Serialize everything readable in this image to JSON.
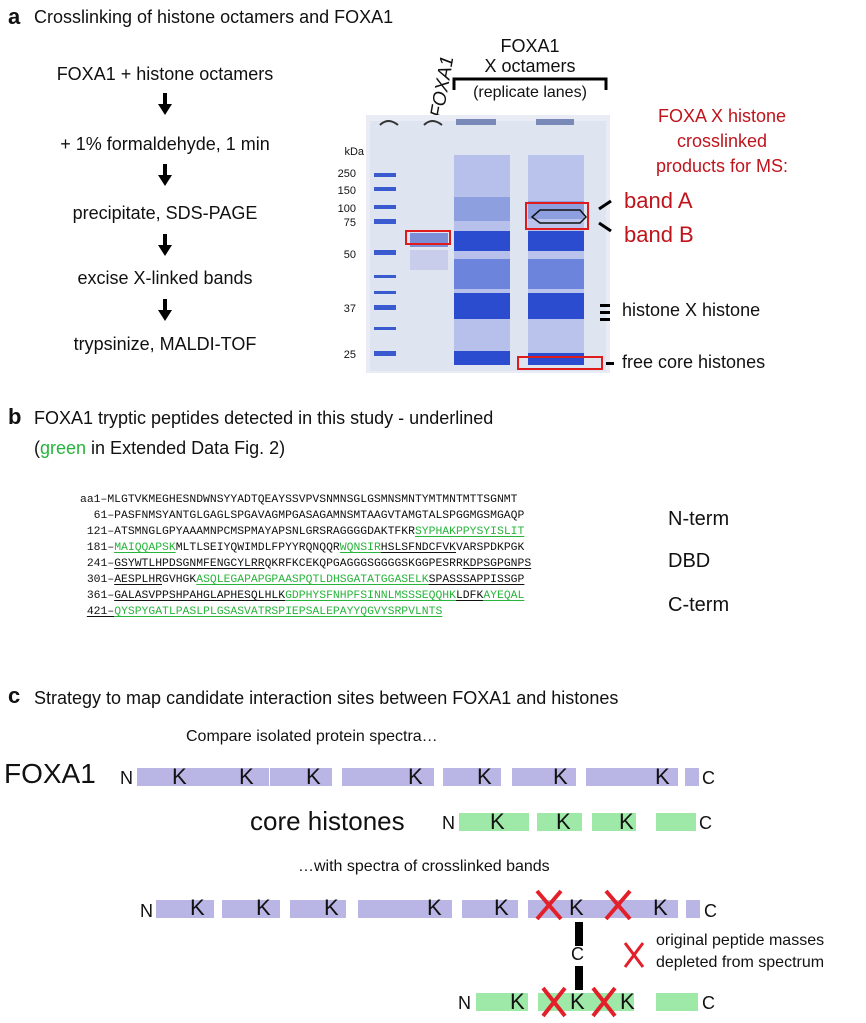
{
  "panel_a": {
    "letter": "a",
    "title": "Crosslinking of histone octamers and FOXA1",
    "steps": [
      "FOXA1 + histone octamers",
      "+ 1% formaldehyde, 1 min",
      "precipitate, SDS-PAGE",
      "excise X-linked bands",
      "trypsinize, MALDI-TOF"
    ],
    "lane_foxa1": "FOXA1",
    "lanes_header": [
      "FOXA1",
      "X octamers",
      "(replicate lanes)"
    ],
    "kda_label": "kDa",
    "markers": [
      "250",
      "150",
      "100",
      "75",
      "50",
      "37",
      "25"
    ],
    "ms_label": [
      "FOXA X histone",
      "crosslinked",
      "products for MS:"
    ],
    "band_a": "band A",
    "band_b": "band B",
    "histone_x_histone": "histone X histone",
    "free_core": "free core histones"
  },
  "panel_b": {
    "letter": "b",
    "title": "FOXA1 tryptic peptides detected in this study - underlined",
    "subtitle_open": "(",
    "subtitle_green": "green",
    "subtitle_rest": " in Extended Data Fig. 2)",
    "regions": [
      "N-term",
      "DBD",
      "C-term"
    ]
  },
  "panel_c": {
    "letter": "c",
    "title": "Strategy to map candidate interaction sites between FOXA1 and histones",
    "compare": "Compare isolated protein spectra…",
    "foxa1": "FOXA1",
    "core_histones": "core histones",
    "with_spectra": "…with spectra of crosslinked bands",
    "N": "N",
    "C": "C",
    "K": "K",
    "crosslink_c": "C",
    "legend": [
      "original peptide masses",
      "depleted from spectrum"
    ]
  },
  "colors": {
    "red": "#c0141c",
    "green": "#27b43b",
    "protein": "#b9b6e6",
    "histone": "#9fe9a8",
    "cross": "#e3202a"
  }
}
